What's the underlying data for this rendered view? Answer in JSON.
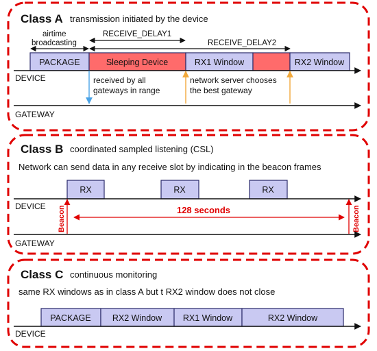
{
  "colors": {
    "panel_border": "#e00000",
    "box_blue": "#c9c9f2",
    "box_red": "#ff6b6b",
    "box_stroke": "#2a2a6a",
    "arrow_blue": "#4aa3e6",
    "arrow_orange": "#f2a93b",
    "accent_red": "#e00000"
  },
  "class_a": {
    "title": "Class A",
    "subtitle": "transmission initiated by the device",
    "airtime_label_1": "airtime",
    "airtime_label_2": "broadcasting",
    "delay1_label": "RECEIVE_DELAY1",
    "delay2_label": "RECEIVE_DELAY2",
    "box_package": "PACKAGE",
    "box_sleeping": "Sleeping Device",
    "box_rx1": "RX1 Window",
    "box_rx2": "RX2 Window",
    "device_label": "DEVICE",
    "gateway_label": "GATEWAY",
    "note_received_1": "received by all",
    "note_received_2": "gateways in range",
    "note_server_1": "network server chooses",
    "note_server_2": "the best gateway"
  },
  "class_b": {
    "title": "Class B",
    "subtitle": "coordinated sampled listening (CSL)",
    "description": "Network can send data in any receive slot by indicating in the beacon frames",
    "rx_labels": [
      "RX",
      "RX",
      "RX"
    ],
    "device_label": "DEVICE",
    "gateway_label": "GATEWAY",
    "beacon_label": "Beacon",
    "interval_label": "128 seconds"
  },
  "class_c": {
    "title": "Class C",
    "subtitle": "continuous monitoring",
    "description": "same RX windows as in class A but t RX2 window does not close",
    "boxes": [
      "PACKAGE",
      "RX2 Window",
      "RX1 Window",
      "RX2 Window"
    ],
    "device_label": "DEVICE"
  }
}
